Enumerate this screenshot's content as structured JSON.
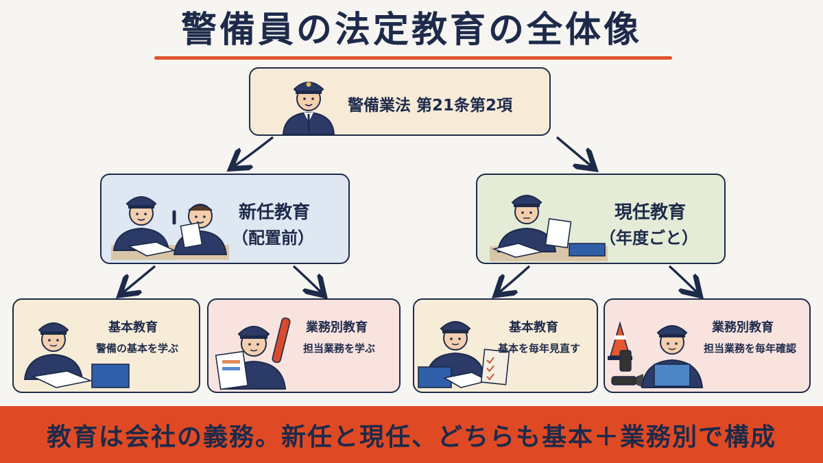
{
  "title": "警備員の法定教育の全体像",
  "law": {
    "label": "警備業法 第21条第2項"
  },
  "new_training": {
    "title": "新任教育",
    "sub": "（配置前）"
  },
  "current_training": {
    "title": "現任教育",
    "sub": "（年度ごと）"
  },
  "leaves": [
    {
      "title": "基本教育",
      "sub": "警備の基本を学ぶ"
    },
    {
      "title": "業務別教育",
      "sub": "担当業務を学ぶ"
    },
    {
      "title": "基本教育",
      "sub": "基本を毎年見直す"
    },
    {
      "title": "業務別教育",
      "sub": "担当業務を毎年確認"
    }
  ],
  "banner": "教育は会社の義務。新任と現任、どちらも基本＋業務別で構成",
  "colors": {
    "navy": "#1d2a4a",
    "accent_red": "#e0542e",
    "banner": "#df4a24",
    "law_box": "#f7ebd8",
    "new_box": "#dfe7f2",
    "current_box": "#e4ebd6",
    "basic_box": "#f7ecd7",
    "duty_box": "#f8e3df"
  }
}
